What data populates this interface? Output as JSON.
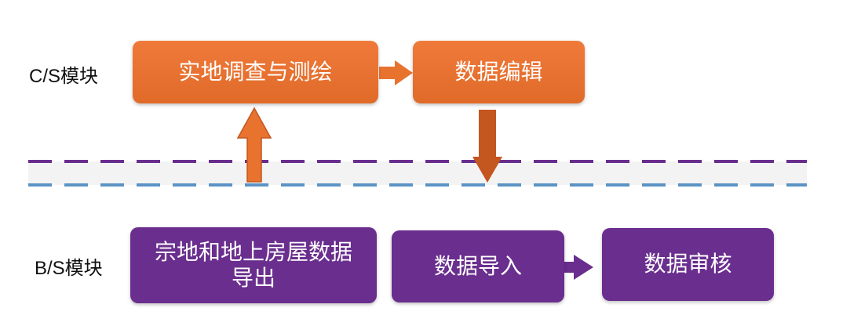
{
  "modules": {
    "cs_label": "C/S模块",
    "bs_label": "B/S模块"
  },
  "cs": {
    "survey": "实地调查与测绘",
    "edit": "数据编辑"
  },
  "bs": {
    "export": "宗地和地上房屋数据导出",
    "import": "数据导入",
    "review": "数据审核"
  },
  "colors": {
    "orange": "#e8732f",
    "orange_dark": "#c4561f",
    "purple": "#6a2e8e",
    "purple_line": "#6a2e8e",
    "blue_line": "#5b93c4"
  }
}
